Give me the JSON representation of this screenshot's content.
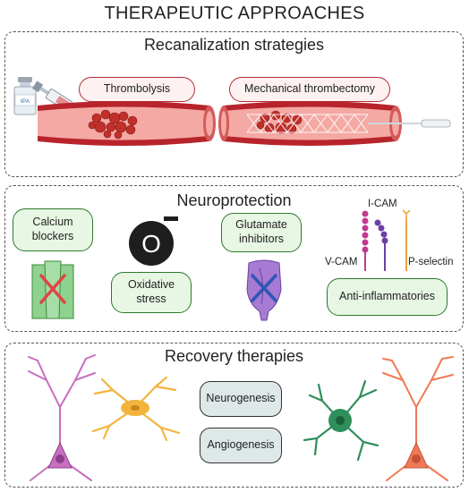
{
  "title": "THERAPEUTIC APPROACHES",
  "sections": {
    "recanalization": {
      "title": "Recanalization strategies",
      "labels": {
        "thrombolysis": "Thrombolysis",
        "thrombectomy": "Mechanical thrombectomy"
      },
      "vial_label": "tPA"
    },
    "neuroprotection": {
      "title": "Neuroprotection",
      "labels": {
        "calcium": "Calcium blockers",
        "oxidative": "Oxidative stress",
        "glutamate": "Glutamate inhibitors",
        "anti_inflammatory": "Anti-inflammatories"
      },
      "molecule_labels": {
        "icam": "I-CAM",
        "vcam": "V-CAM",
        "pselectin": "P-selectin"
      },
      "oxygen_symbol": "O"
    },
    "recovery": {
      "title": "Recovery therapies",
      "labels": {
        "neurogenesis": "Neurogenesis",
        "angiogenesis": "Angiogenesis"
      }
    }
  },
  "colors": {
    "vessel_outer": "#b8242b",
    "vessel_inner": "#f4a9a4",
    "clot": "#c0302a",
    "pill_red_border": "#b52a33",
    "pill_green_border": "#2b7a2b",
    "channel_green": "#8fd18f",
    "receptor_purple": "#a77ad4",
    "cross_red": "#e04545",
    "cross_blue": "#2d57b5",
    "neuron_pink": "#c76fc0",
    "astrocyte_orange": "#f2b43c",
    "neuron_teal": "#2f8f5b",
    "neuron_coral": "#f07a57"
  }
}
